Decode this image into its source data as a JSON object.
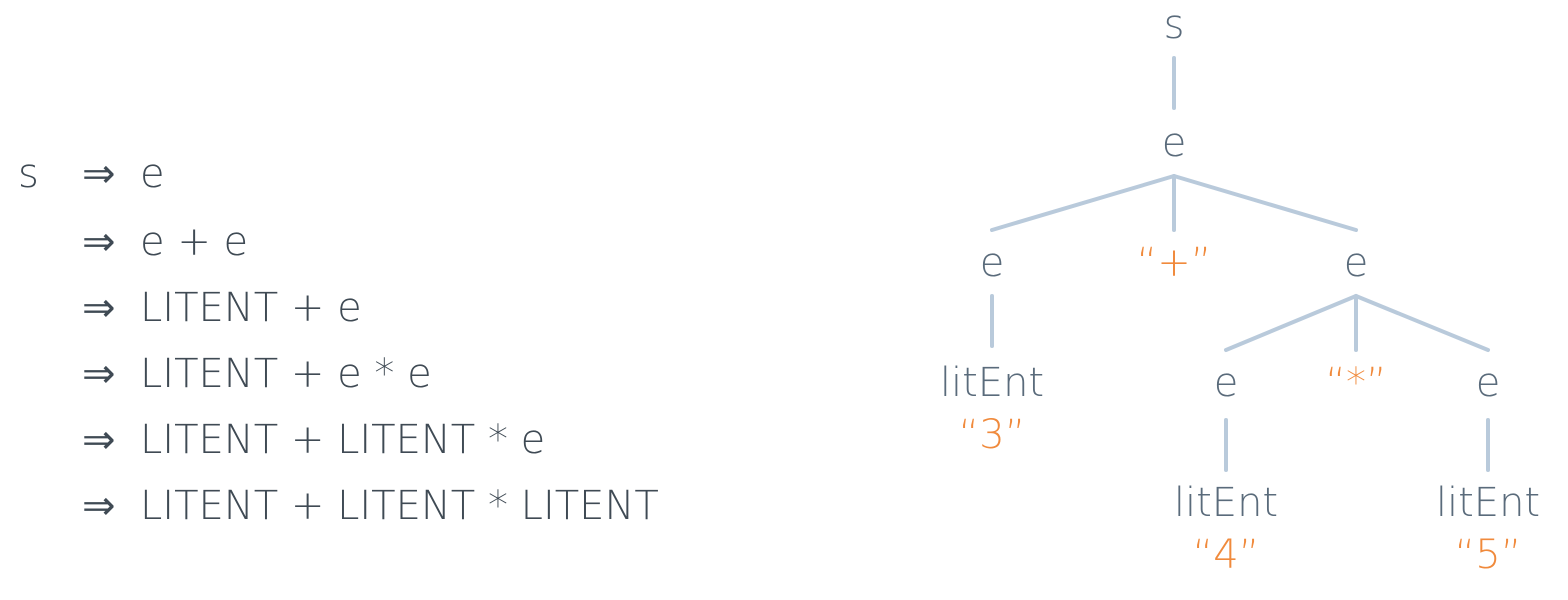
{
  "derivation": {
    "start": "s",
    "arrow": "⇒",
    "steps": [
      "e",
      "e + e",
      "LITENT + e",
      "LITENT + e * e",
      "LITENT + LITENT * e",
      "LITENT + LITENT * LITENT"
    ]
  },
  "tree": {
    "root": "s",
    "expr": "e",
    "left_e": "e",
    "plus": "“+”",
    "right_e": "e",
    "left_litent": "litEnt",
    "left_value": "“3”",
    "inner_left_e": "e",
    "star": "“*”",
    "inner_right_e": "e",
    "mid_litent": "litEnt",
    "mid_value": "“4”",
    "right_litent": "litEnt",
    "right_value": "“5”"
  }
}
